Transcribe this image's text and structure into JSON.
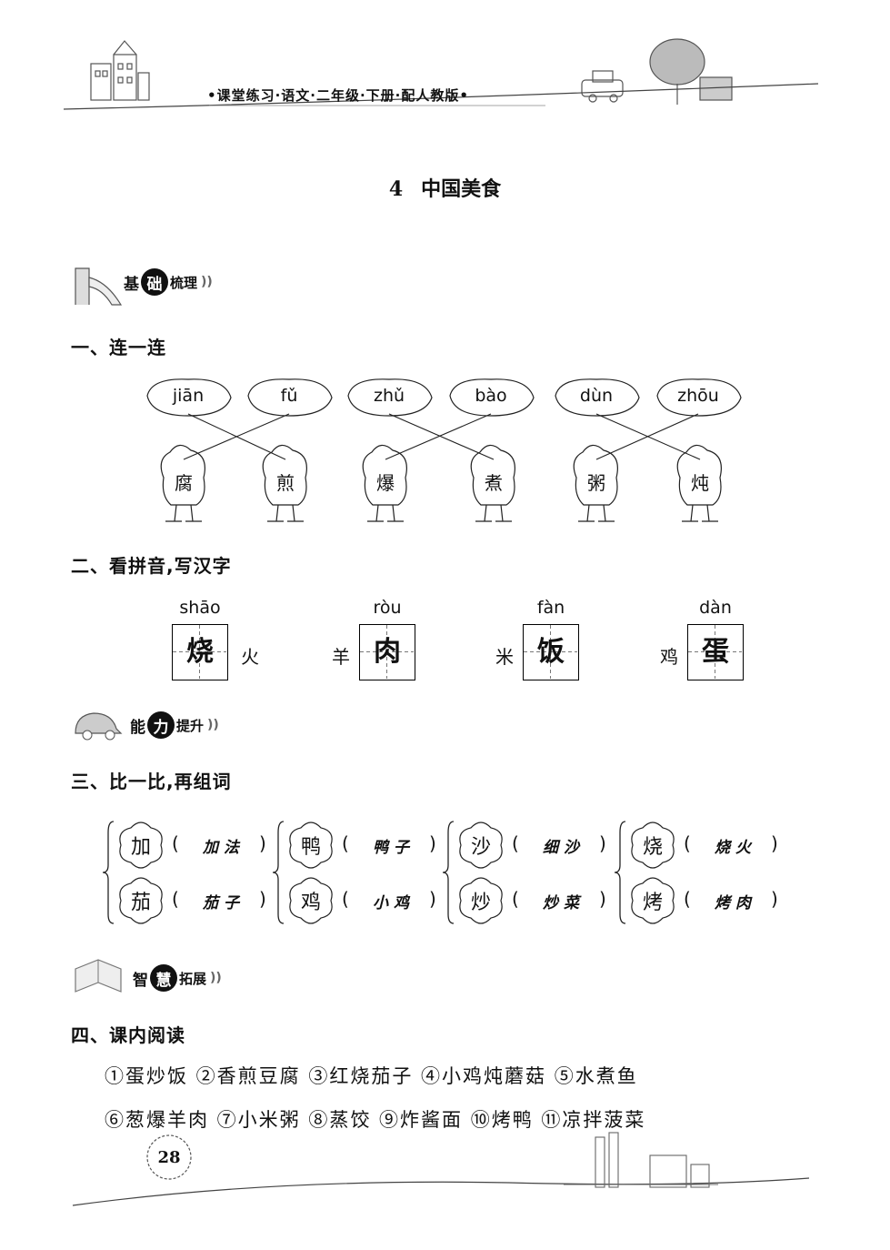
{
  "header": {
    "title": "•课堂练习·语文·二年级·下册·配人教版•"
  },
  "lesson": {
    "number": "4",
    "title": "中国美食"
  },
  "sections": {
    "basic": {
      "pre": "基",
      "mid": "础",
      "post": "梳理"
    },
    "ability": {
      "pre": "能",
      "mid": "力",
      "post": "提升"
    },
    "wisdom": {
      "pre": "智",
      "mid": "慧",
      "post": "拓展"
    }
  },
  "q1": {
    "title": "一、连一连",
    "pinyin": [
      "jiān",
      "fǔ",
      "zhǔ",
      "bào",
      "dùn",
      "zhōu"
    ],
    "hanzi": [
      "腐",
      "煎",
      "爆",
      "煮",
      "粥",
      "炖"
    ]
  },
  "q2": {
    "title": "二、看拼音,写汉字",
    "items": [
      {
        "pinyin": "shāo",
        "answer": "烧",
        "side": "火"
      },
      {
        "pinyin": "ròu",
        "answer": "肉",
        "side": "羊"
      },
      {
        "pinyin": "fàn",
        "answer": "饭",
        "side": "米"
      },
      {
        "pinyin": "dàn",
        "answer": "蛋",
        "side": "鸡"
      }
    ]
  },
  "q3": {
    "title": "三、比一比,再组词",
    "groups": [
      {
        "top": "加",
        "top_ans": "加法",
        "bottom": "茄",
        "bottom_ans": "茄子"
      },
      {
        "top": "鸭",
        "top_ans": "鸭子",
        "bottom": "鸡",
        "bottom_ans": "小鸡"
      },
      {
        "top": "沙",
        "top_ans": "细沙",
        "bottom": "炒",
        "bottom_ans": "炒菜"
      },
      {
        "top": "烧",
        "top_ans": "烧火",
        "bottom": "烤",
        "bottom_ans": "烤肉"
      }
    ],
    "open": "(",
    "close": ")"
  },
  "q4": {
    "title": "四、课内阅读",
    "line1": "①蛋炒饭 ②香煎豆腐 ③红烧茄子 ④小鸡炖蘑菇 ⑤水煮鱼",
    "line2": "⑥葱爆羊肉 ⑦小米粥 ⑧蒸饺 ⑨炸酱面 ⑩烤鸭 ⑪凉拌菠菜"
  },
  "footer": {
    "page": "28"
  }
}
